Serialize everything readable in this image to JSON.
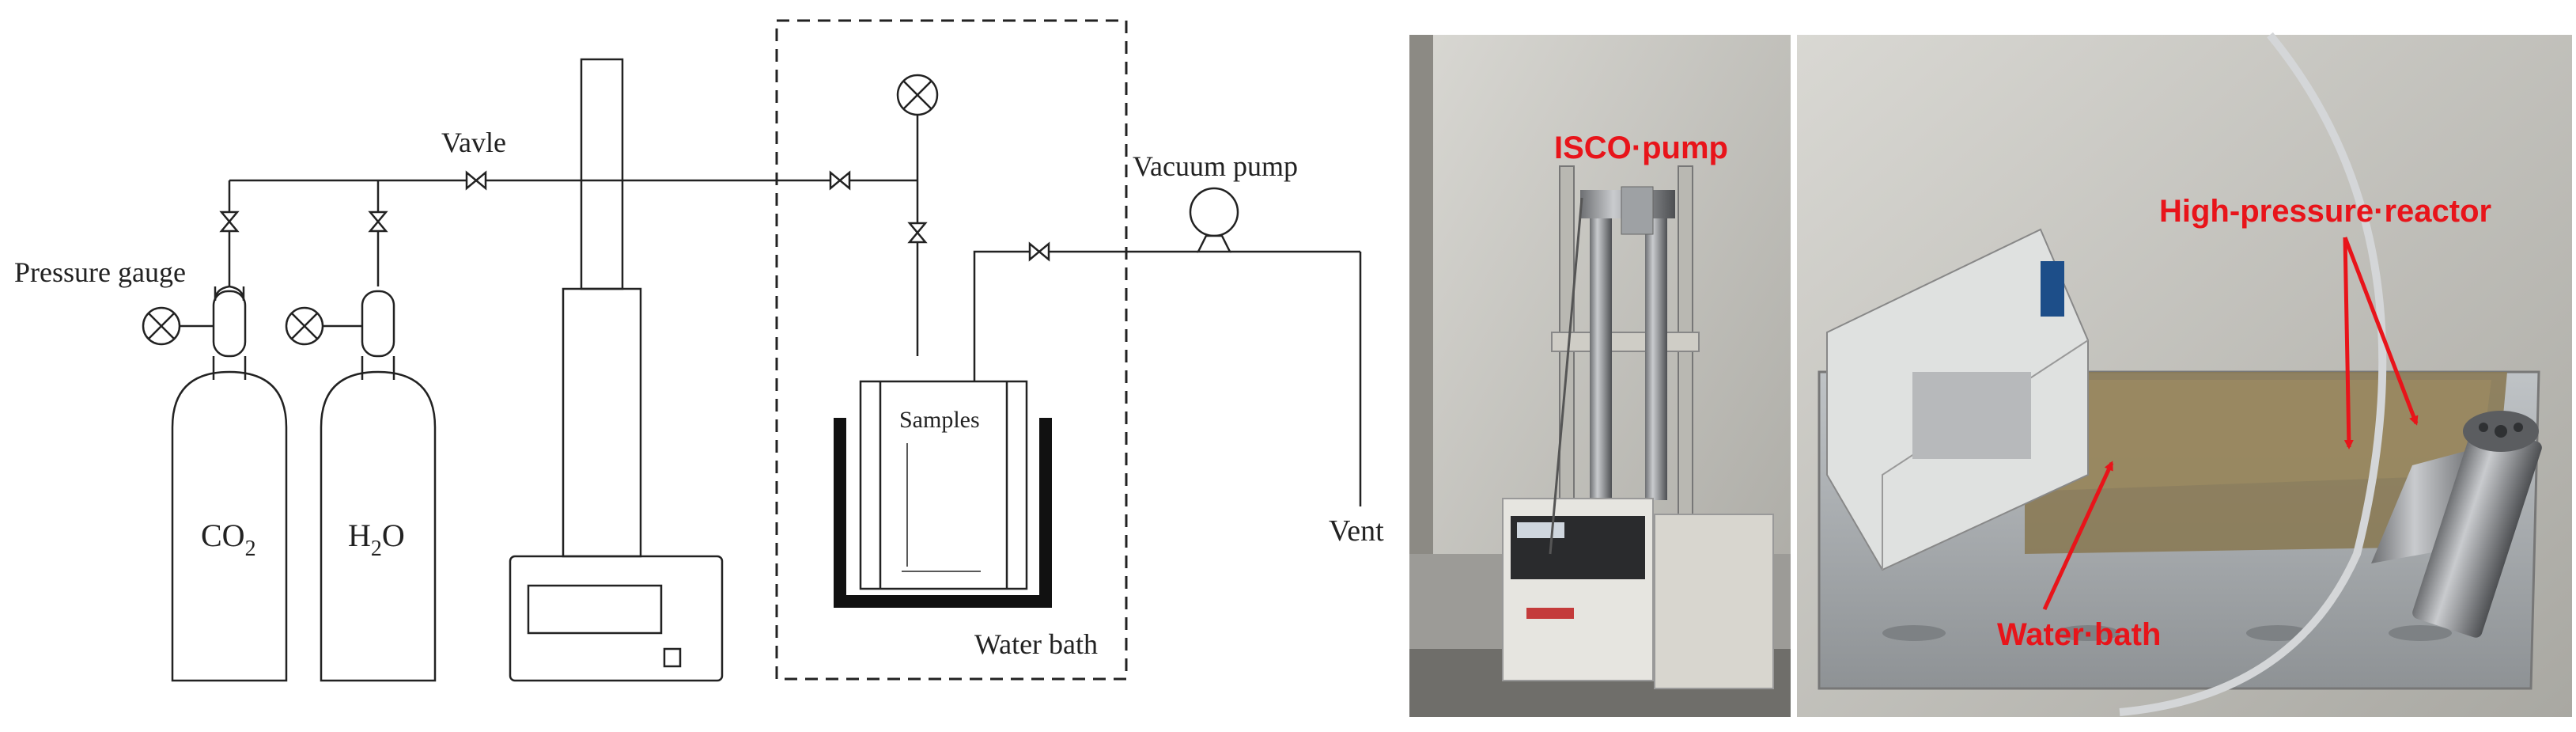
{
  "schematic": {
    "labels": {
      "valve": "Vavle",
      "pressure_gauge": "Pressure gauge",
      "vacuum_pump": "Vacuum pump",
      "samples": "Samples",
      "water_bath": "Water bath",
      "vent": "Vent",
      "co2_main": "CO",
      "co2_sub": "2",
      "h2o_h": "H",
      "h2o_sub": "2",
      "h2o_o": "O"
    }
  },
  "photo": {
    "annotations": {
      "isco_pump": "ISCO·pump",
      "high_pressure_reactor": "High-pressure·reactor",
      "water_bath": "Water·bath"
    },
    "annotation_color": "#e8141a"
  }
}
